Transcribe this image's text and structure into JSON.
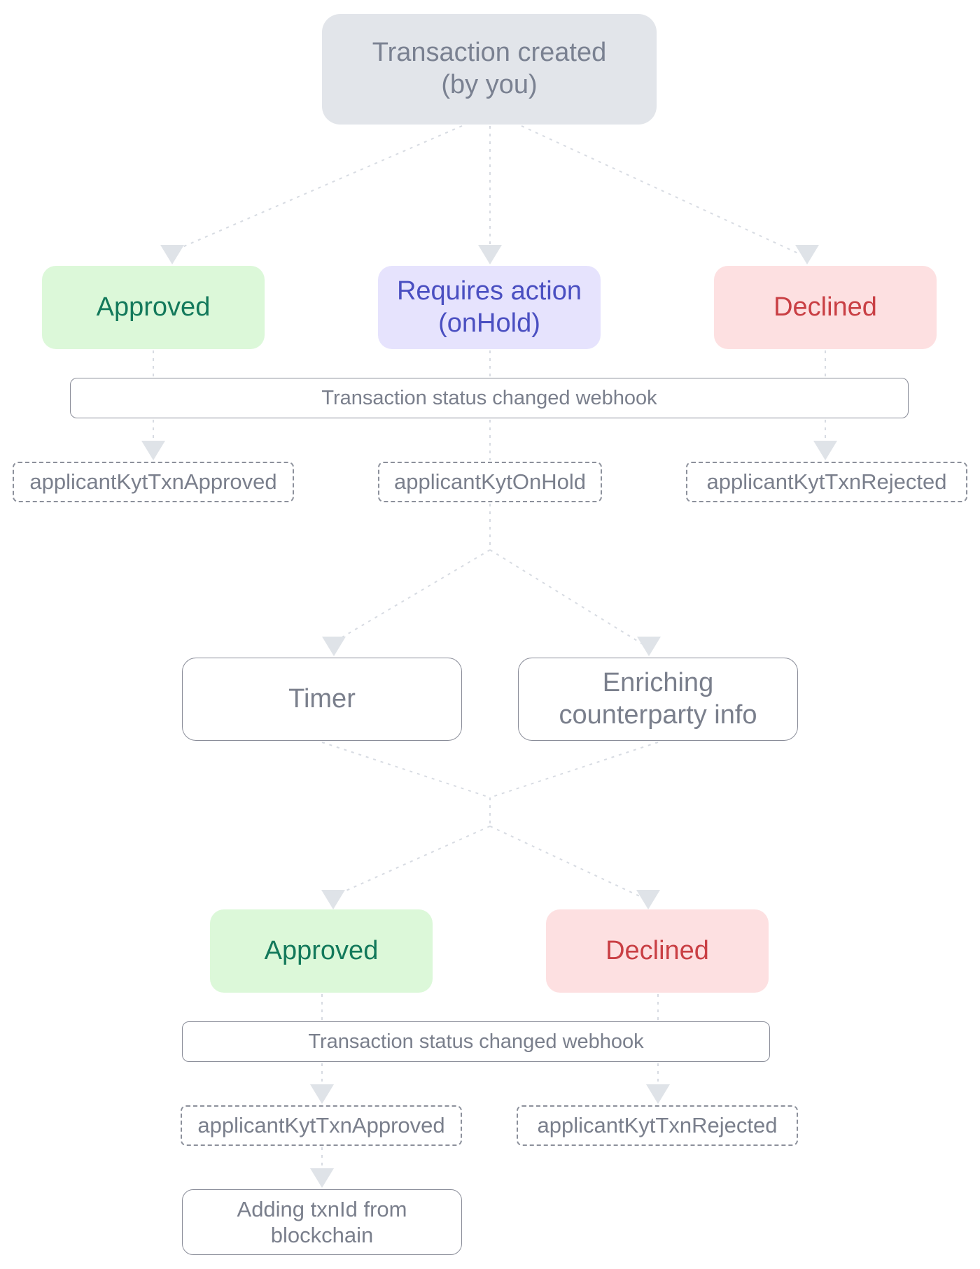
{
  "colors": {
    "connector": "#d7dbe2",
    "arrowhead": "#dfe3e8",
    "start_bg": "#e2e5ea",
    "approved_bg": "#dcf8d9",
    "approved_text": "#13795b",
    "onhold_bg": "#e6e3fd",
    "onhold_text": "#4a4fc1",
    "declined_bg": "#fde0e1",
    "declined_text": "#c93f44",
    "neutral_text": "#7a7f8c"
  },
  "start": {
    "label": "Transaction created\n(by you)"
  },
  "stage1": {
    "approved": "Approved",
    "onhold": "Requires action\n(onHold)",
    "declined": "Declined",
    "webhook": "Transaction status changed webhook",
    "event_approved": "applicantKytTxnApproved",
    "event_onhold": "applicantKytOnHold",
    "event_rejected": "applicantKytTxnRejected"
  },
  "stage2": {
    "timer": "Timer",
    "enriching": "Enriching\ncounterparty info"
  },
  "stage3": {
    "approved": "Approved",
    "declined": "Declined",
    "webhook": "Transaction status changed webhook",
    "event_approved": "applicantKytTxnApproved",
    "event_rejected": "applicantKytTxnRejected",
    "final": "Adding txnId from\nblockchain"
  }
}
